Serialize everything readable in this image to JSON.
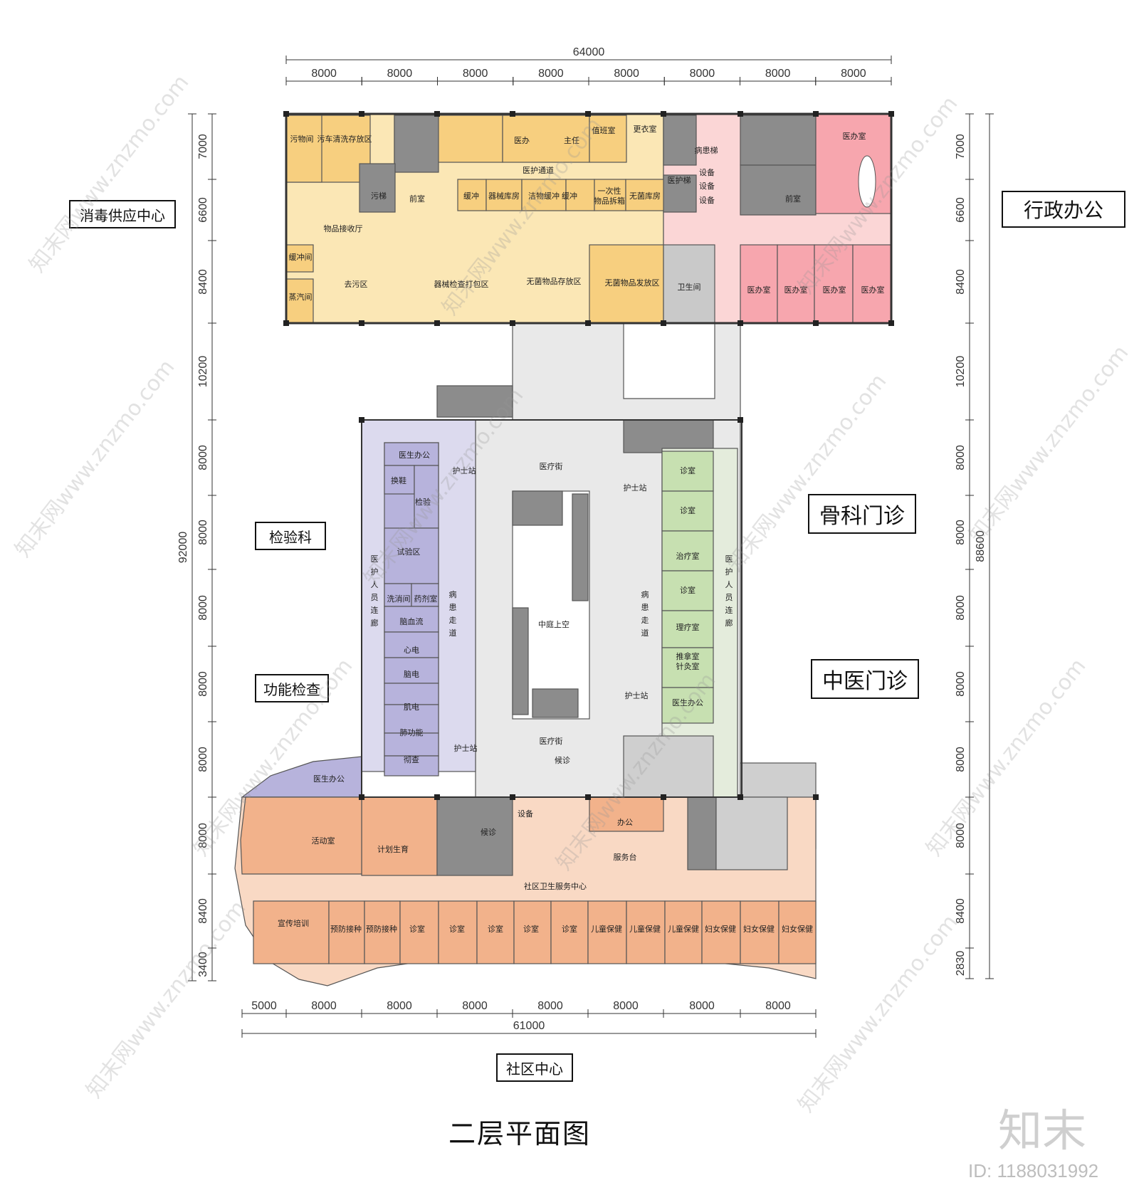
{
  "drawing_title": "二层平面图",
  "brand_watermark": "知末",
  "id_label": "ID: 1188031992",
  "watermark_text": "知末网www.znzmo.com",
  "dimensions": {
    "top_total": "64000",
    "top_bays": [
      "8000",
      "8000",
      "8000",
      "8000",
      "8000",
      "8000",
      "8000",
      "8000"
    ],
    "bottom_total": "61000",
    "bottom_bays": [
      "5000",
      "8000",
      "8000",
      "8000",
      "8000",
      "8000",
      "8000",
      "8000"
    ],
    "left_total": "92000",
    "left_bays": [
      "7000",
      "6600",
      "8400",
      "10200",
      "8000",
      "8000",
      "8000",
      "8000",
      "8000",
      "8000",
      "8400",
      "3400"
    ],
    "right_total": "88600",
    "right_bays": [
      "7000",
      "6600",
      "8400",
      "10200",
      "8000",
      "8000",
      "8000",
      "8000",
      "8000",
      "8000",
      "8400",
      "2830"
    ]
  },
  "zones": {
    "sterilization": "消毒供应中心",
    "admin": "行政办公",
    "lab": "检验科",
    "orthopedics": "骨科门诊",
    "function_check": "功能检查",
    "tcm": "中医门诊",
    "community": "社区中心"
  },
  "colors": {
    "sterile_orange": "#f7cf7f",
    "sterile_light": "#fbe7b5",
    "admin_pink": "#f7a6ae",
    "admin_light": "#fbd6d6",
    "lab_purple": "#b7b3dc",
    "lab_light": "#dcdaee",
    "tcm_green": "#c7e0b1",
    "tcm_light": "#e4ecdc",
    "community_orange": "#f2b28b",
    "community_light": "#f9d9c4",
    "core_grey": "#8c8c8c",
    "street_grey": "#e9e9e9"
  },
  "rooms": {
    "r1": "污物间",
    "r2": "污车清洗存放区",
    "r3": "医办",
    "r4": "主任",
    "r5": "值班室",
    "r6": "更衣室",
    "r7": "医护通道",
    "r8": "病患梯",
    "r9": "医护梯",
    "r10": "医办室",
    "r11": "缓冲",
    "r12": "器械库房",
    "r13": "洁物缓冲",
    "r14": "缓冲",
    "r15": "一次性物品拆箱",
    "r16": "无菌库房",
    "r17": "污梯",
    "r18": "前室",
    "r19": "物品接收厅",
    "r20": "前室",
    "r21": "缓冲间",
    "r22": "去污区",
    "r23": "器械检查打包区",
    "r24": "无菌物品存放区",
    "r25": "无菌物品发放区",
    "r26": "卫生间",
    "r27": "医办室",
    "r28": "医办室",
    "r29": "医办室",
    "r30": "医办室",
    "r31": "蒸汽间",
    "r32": "医生办公",
    "r33": "换鞋",
    "r34": "检验",
    "r35": "试验区",
    "r36": "洗消间",
    "r37": "药剂室",
    "r38": "脑血流",
    "r39": "心电",
    "r40": "脑电",
    "r41": "肌电",
    "r42": "肺功能",
    "r43": "彻查",
    "r44": "医护人员连廊",
    "r45": "护士站",
    "r46": "医疗街",
    "r47": "病患走道",
    "r48": "中庭上空",
    "r49": "病患走道",
    "r50": "护士站",
    "r51": "诊室",
    "r52": "诊室",
    "r53": "治疗室",
    "r54": "诊室",
    "r55": "理疗室",
    "r56": "推拿室针灸室",
    "r57": "医生办公",
    "r58": "医护人员连廊",
    "r59": "护士站",
    "r60": "医疗街",
    "r61": "护士站",
    "r62": "医生办公",
    "r63": "活动室",
    "r64": "计划生育",
    "r65": "候诊",
    "r66": "办公",
    "r67": "服务台",
    "r68": "社区卫生服务中心",
    "r69": "宣传培训",
    "r70": "预防接种",
    "r71": "预防接种",
    "r72": "诊室",
    "r73": "诊室",
    "r74": "诊室",
    "r75": "诊室",
    "r76": "诊室",
    "r77": "儿童保健",
    "r78": "儿童保健",
    "r79": "儿童保健",
    "r80": "妇女保健",
    "r81": "妇女保健",
    "r82": "妇女保健",
    "r83": "候诊",
    "r84": "设备",
    "r85": "设备",
    "r86": "设备",
    "r87": "设备"
  }
}
